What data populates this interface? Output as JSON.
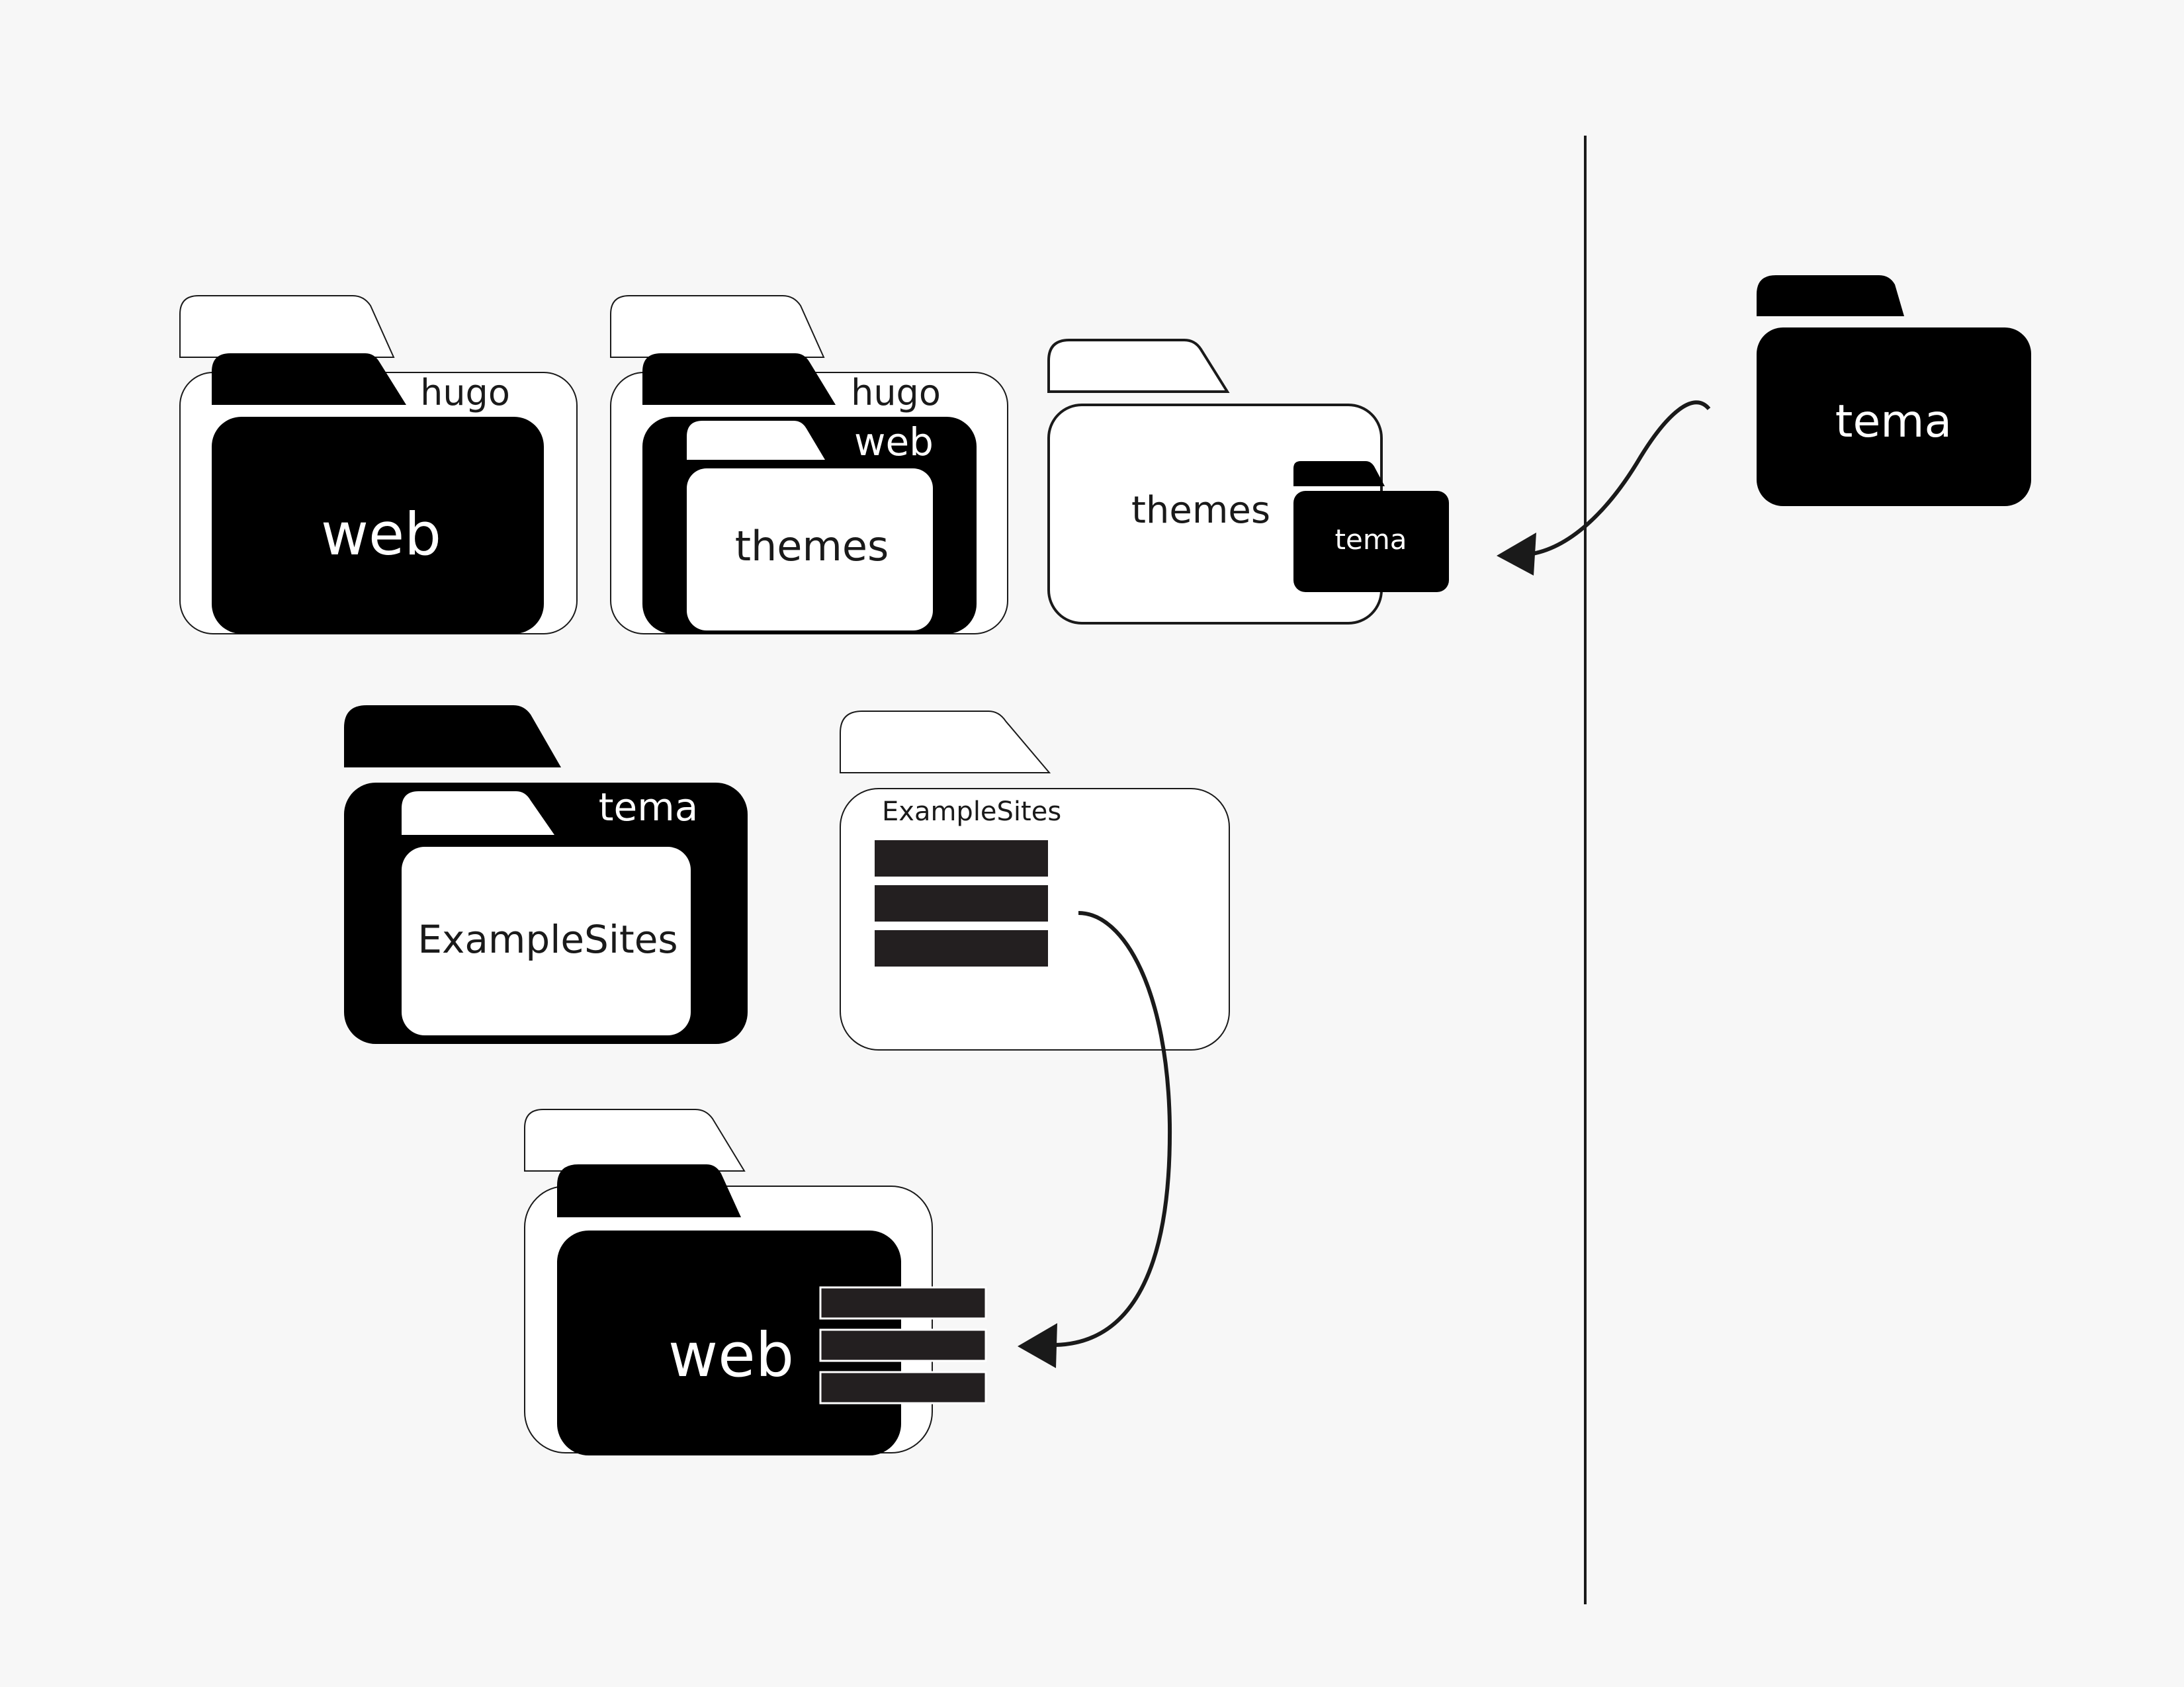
{
  "colors": {
    "background": "#f7f7f7",
    "folder_dark": "#000000",
    "folder_light": "#ffffff",
    "outline": "#1a1a1a",
    "file_bar": "#231f20",
    "divider": "#1a1a1a"
  },
  "folders": {
    "step1": {
      "outer_label": "hugo",
      "inner_label": "web"
    },
    "step2": {
      "outer_label": "hugo",
      "middle_label": "web",
      "inner_label": "themes"
    },
    "step3": {
      "outer_label": "themes",
      "inner_label": "tema"
    },
    "step4": {
      "outer_label": "tema",
      "inner_label": "ExampleSites"
    },
    "step5": {
      "label": "ExampleSites"
    },
    "step6": {
      "label": "web"
    },
    "source": {
      "label": "tema"
    }
  },
  "icons": {
    "folder": "folder-icon",
    "file_stack": "file-stack-icon",
    "arrow": "curved-arrow-icon"
  }
}
